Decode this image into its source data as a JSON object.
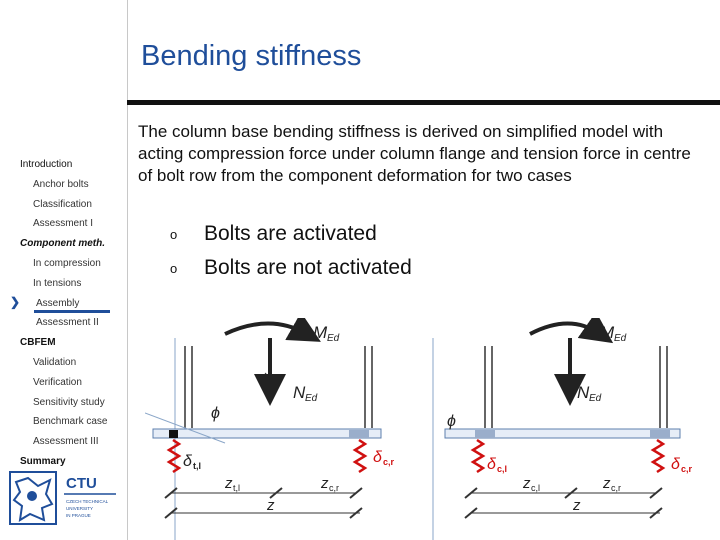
{
  "title": "Bending stiffness",
  "paragraph": "The column base bending stiffness is derived on simplified model with acting compression force under column flange and tension force in centre of bolt row from the component deformation for two cases",
  "bullets": [
    "Bolts are activated",
    "Bolts are not activated"
  ],
  "bullet_marker": "o",
  "nav": {
    "introduction": "Introduction",
    "anchor_bolts": "Anchor bolts",
    "classification": "Classification",
    "assessment_1": "Assessment I",
    "component_meth": "Component meth.",
    "in_compression": "In compression",
    "in_tensions": "In tensions",
    "assembly": "Assembly",
    "assessment_2": "Assessment II",
    "cbfem": "CBFEM",
    "validation": "Validation",
    "verification": "Verification",
    "sensitivity": "Sensitivity study",
    "benchmark": "Benchmark case",
    "assessment_3": "Assessment III",
    "summary": "Summary"
  },
  "logo": {
    "text": "CTU",
    "subtitle": "CZECH TECHNICAL UNIVERSITY IN PRAGUE"
  },
  "colors": {
    "accent": "#1f4e9a",
    "spring": "#d01010",
    "diagram": "#8aa6c8"
  },
  "diagram": {
    "left": {
      "moment": "M",
      "moment_sub": "Ed",
      "axial": "N",
      "axial_sub": "Ed",
      "rotation": "ϕ",
      "delta_t": "δ",
      "delta_t_sub": "t,l",
      "delta_c": "δ",
      "delta_c_sub": "c,r",
      "z_t": "z",
      "z_t_sub": "t,l",
      "z_c": "z",
      "z_c_sub": "c,r",
      "z": "z"
    },
    "right": {
      "moment": "M",
      "moment_sub": "Ed",
      "axial": "N",
      "axial_sub": "Ed",
      "rotation": "ϕ",
      "delta_l": "δ",
      "delta_l_sub": "c,l",
      "delta_r": "δ",
      "delta_r_sub": "c,r",
      "z_l": "z",
      "z_l_sub": "c,l",
      "z_r": "z",
      "z_r_sub": "c,r",
      "z": "z"
    }
  }
}
